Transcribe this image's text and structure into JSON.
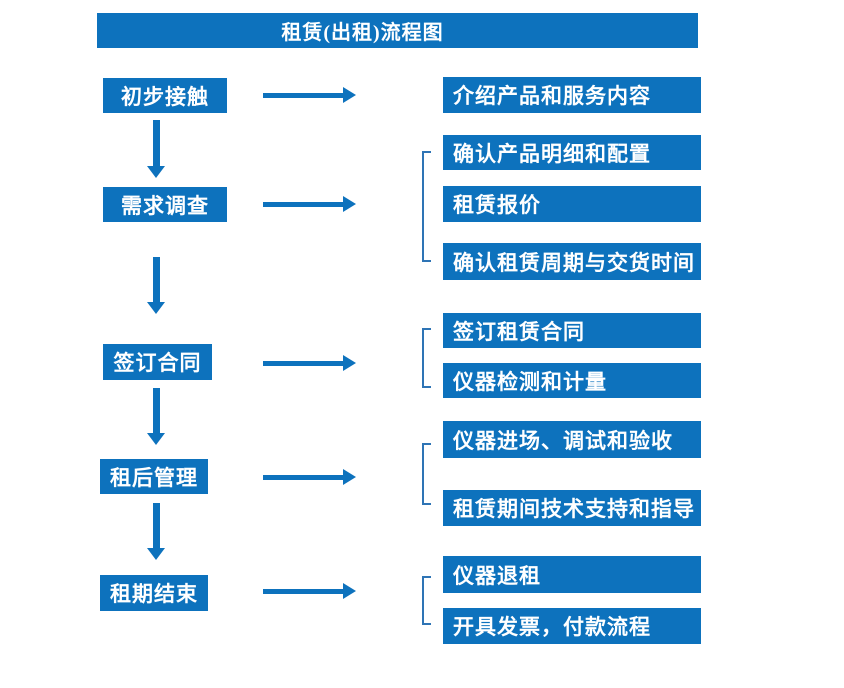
{
  "title": "租赁(出租)流程图",
  "colors": {
    "box_fill": "#0d72bd",
    "connector": "#2e74b5",
    "box_text": "#ffffff",
    "background": "#ffffff"
  },
  "icons": {
    "arrow_right": "→",
    "arrow_down": "↓",
    "group_bracket": "["
  },
  "flow": [
    {
      "step": "初步接触",
      "details": [
        "介绍产品和服务内容"
      ]
    },
    {
      "step": "需求调查",
      "details": [
        "确认产品明细和配置",
        "租赁报价",
        "确认租赁周期与交货时间"
      ]
    },
    {
      "step": "签订合同",
      "details": [
        "签订租赁合同",
        "仪器检测和计量"
      ]
    },
    {
      "step": "租后管理",
      "details": [
        "仪器进场、调试和验收",
        "租赁期间技术支持和指导"
      ]
    },
    {
      "step": "租期结束",
      "details": [
        "仪器退租",
        "开具发票，付款流程"
      ]
    }
  ]
}
